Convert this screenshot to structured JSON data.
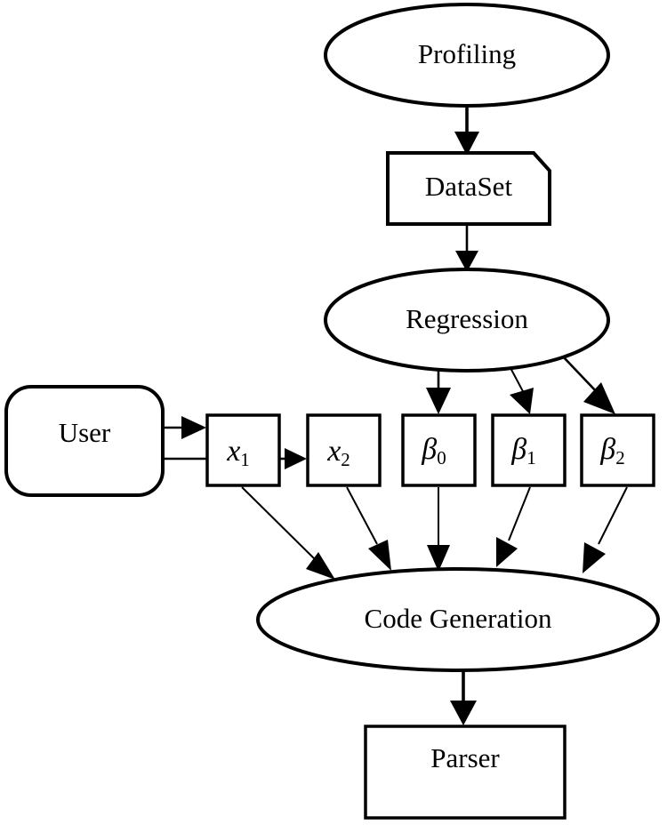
{
  "diagram": {
    "title": "Code generation pipeline flowchart",
    "stroke_color": "#000000",
    "fill_color": "#ffffff",
    "nodes": [
      {
        "id": "profiling",
        "label": "Profiling",
        "shape": "ellipse"
      },
      {
        "id": "dataset",
        "label": "DataSet",
        "shape": "data-document"
      },
      {
        "id": "regression",
        "label": "Regression",
        "shape": "ellipse"
      },
      {
        "id": "user",
        "label": "User",
        "shape": "rounded-rectangle"
      },
      {
        "id": "x1",
        "label": "x",
        "subscript": "1",
        "shape": "square"
      },
      {
        "id": "x2",
        "label": "x",
        "subscript": "2",
        "shape": "square"
      },
      {
        "id": "beta0",
        "label": "β",
        "subscript": "0",
        "shape": "square"
      },
      {
        "id": "beta1",
        "label": "β",
        "subscript": "1",
        "shape": "square"
      },
      {
        "id": "beta2",
        "label": "β",
        "subscript": "2",
        "shape": "square"
      },
      {
        "id": "code_generation",
        "label": "Code Generation",
        "shape": "ellipse"
      },
      {
        "id": "parser",
        "label": "Parser",
        "shape": "rectangle"
      }
    ],
    "edges": [
      {
        "from": "profiling",
        "to": "dataset",
        "arrow": true
      },
      {
        "from": "dataset",
        "to": "regression",
        "arrow": true
      },
      {
        "from": "regression",
        "to": "beta0",
        "arrow": true
      },
      {
        "from": "regression",
        "to": "beta1",
        "arrow": true
      },
      {
        "from": "regression",
        "to": "beta2",
        "arrow": true
      },
      {
        "from": "user",
        "to": "x1",
        "arrow": true
      },
      {
        "from": "user",
        "to": "x1",
        "arrow": false
      },
      {
        "from": "x1",
        "to": "x2",
        "arrow": true
      },
      {
        "from": "x1",
        "to": "code_generation",
        "arrow": true
      },
      {
        "from": "x2",
        "to": "code_generation",
        "arrow": true
      },
      {
        "from": "beta0",
        "to": "code_generation",
        "arrow": true
      },
      {
        "from": "beta1",
        "to": "code_generation",
        "arrow": true
      },
      {
        "from": "beta2",
        "to": "code_generation",
        "arrow": true
      },
      {
        "from": "code_generation",
        "to": "parser",
        "arrow": true
      }
    ]
  }
}
